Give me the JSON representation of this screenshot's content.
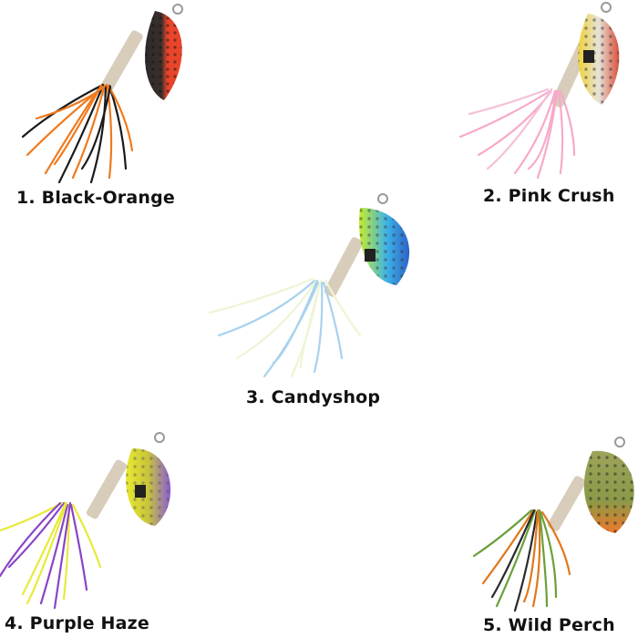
{
  "lures": [
    {
      "label": "1. Black-Orange",
      "blade_colors": [
        "#2a2a2a",
        "#e8452a"
      ],
      "skirt_colors": [
        "#f07a1e",
        "#1b1b1b"
      ]
    },
    {
      "label": "2. Pink Crush",
      "blade_colors": [
        "#f0d234",
        "#e6e3d8",
        "#d9503a"
      ],
      "skirt_colors": [
        "#f7a9c9",
        "#ffffff"
      ]
    },
    {
      "label": "3. Candyshop",
      "blade_colors": [
        "#c7ec2a",
        "#3db3e8",
        "#2d62c8"
      ],
      "skirt_colors": [
        "#a8d2ee",
        "#eef5d6"
      ]
    },
    {
      "label": "4. Purple Haze",
      "blade_colors": [
        "#e8ea2e",
        "#8a5cd6"
      ],
      "skirt_colors": [
        "#8a44c8",
        "#e8ea3a"
      ]
    },
    {
      "label": "5. Wild Perch",
      "blade_colors": [
        "#9ea35a",
        "#f0782a"
      ],
      "skirt_colors": [
        "#e0781e",
        "#6aa03a",
        "#2a2a2a"
      ]
    }
  ]
}
